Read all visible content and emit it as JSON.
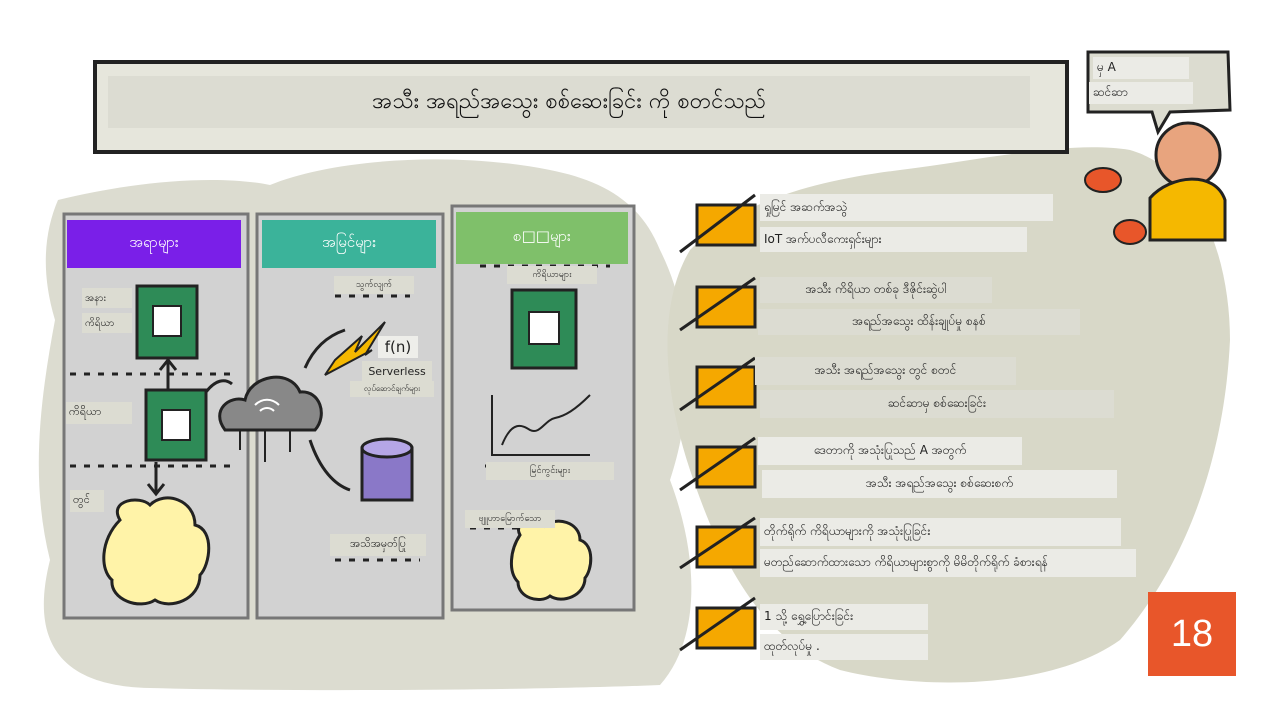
{
  "title": "အသီး အရည်အသွေး စစ်ဆေးခြင်း ကို စတင်သည်",
  "speech": {
    "line1": "မှ A",
    "line2": "ဆင်ဆာ"
  },
  "columns": [
    {
      "header": "အရာများ",
      "color": "#7a1fe8",
      "labels": {
        "top1": "အနား",
        "top2": "ကိရိယာ",
        "device": "ကိရိယာ",
        "edge": "တွင်"
      }
    },
    {
      "header": "အမြင်များ",
      "color": "#3bb39a",
      "labels": {
        "top": "သွက်လျက်",
        "fn": "f(n)",
        "serverless": "Serverless",
        "serverless_sub": "လုပ်ဆောင်ချက်များ",
        "storage": "အသိအမှတ်ပြု"
      }
    },
    {
      "header": "စ□□များ",
      "color": "#7fc06a",
      "labels": {
        "top": "ကိရိယာများ",
        "chart": "မြင်ကွင်းများ",
        "ai": "ဗျူဟာမြောက်သော"
      }
    }
  ],
  "checklist": [
    {
      "line1": "ရှုမြင် အဆက်အသွဲ",
      "line2": "IoT အက်ပလီကေးရှင်းများ"
    },
    {
      "line1": "အသီး ကိရိယာ တစ်ခု ဒီဇိုင်းဆွဲပါ",
      "line2": "အရည်အသွေး ထိန်းချုပ်မှု စနစ်"
    },
    {
      "line1": "အသီး အရည်အသွေး တွင် စတင်",
      "line2": "ဆင်ဆာမှ စစ်ဆေးခြင်း"
    },
    {
      "line1": "ဒေတာကို အသုံးပြုသည် A အတွက်",
      "line2": "အသီး အရည်အသွေး စစ်ဆေးစက်"
    },
    {
      "line1": "တိုက်ရိုက် ကိရိယာများကို အသုံးပြုခြင်း",
      "line2": "မတည်ဆောက်ထားသော ကိရိယာများစွာကို မိမိတိုက်ရိုက် ခံစားရန်"
    },
    {
      "line1": "1 သို့ ရွှေ့ပြောင်းခြင်း",
      "line2": "ထုတ်လုပ်မှု ."
    }
  ],
  "lesson_number": "18",
  "colors": {
    "blob": "#dcdcd0",
    "panel": "#d2d2d2",
    "box": "#f5a800",
    "badge": "#e8562a"
  }
}
